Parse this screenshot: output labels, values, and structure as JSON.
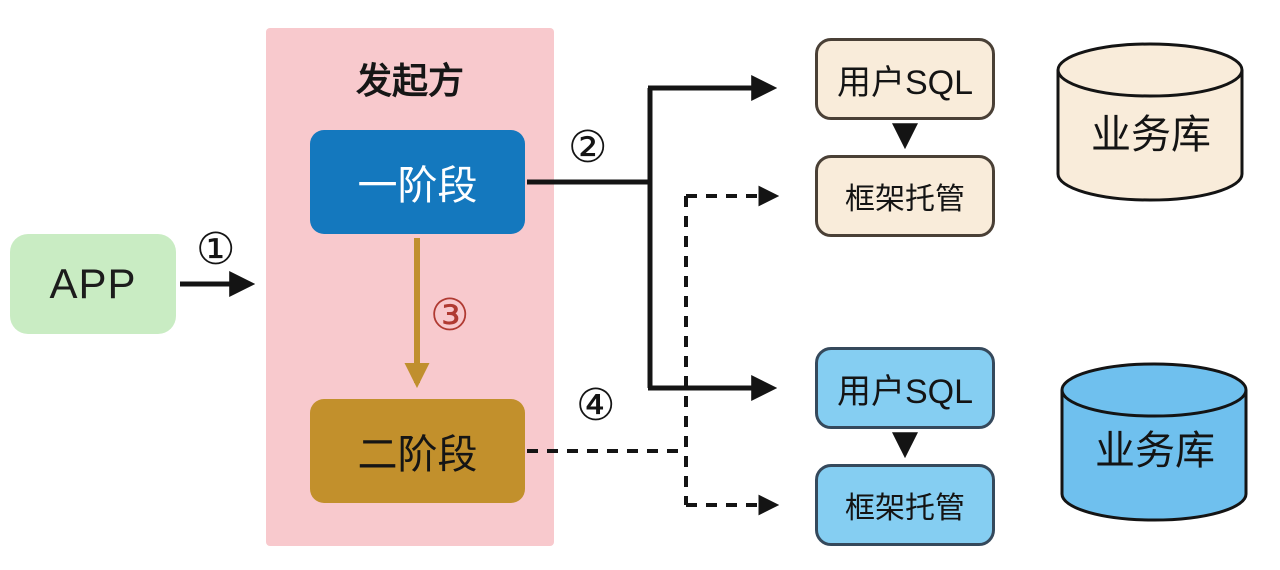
{
  "diagram": {
    "app_label": "APP",
    "initiator": {
      "title": "发起方",
      "phase1_label": "一阶段",
      "phase2_label": "二阶段"
    },
    "steps": {
      "step1": "①",
      "step2": "②",
      "step3": "③",
      "step4": "④"
    },
    "top_branch": {
      "user_sql_label": "用户SQL",
      "framework_label": "框架托管",
      "database_label": "业务库"
    },
    "bottom_branch": {
      "user_sql_label": "用户SQL",
      "framework_label": "框架托管",
      "database_label": "业务库"
    },
    "colors": {
      "app_bg": "#c9ecc3",
      "initiator_bg": "#f8c9cd",
      "phase1_bg": "#1478be",
      "phase2_bg": "#c2902c",
      "cream_box_bg": "#f9ecda",
      "cream_box_border": "#4a4036",
      "blue_box_bg": "#85cef2",
      "blue_box_border": "#35495c",
      "cream_db_bg": "#f9ecda",
      "blue_db_bg": "#6fc0ee",
      "gold_arrow": "#c08f2e",
      "step3_red": "#b03a32"
    }
  }
}
